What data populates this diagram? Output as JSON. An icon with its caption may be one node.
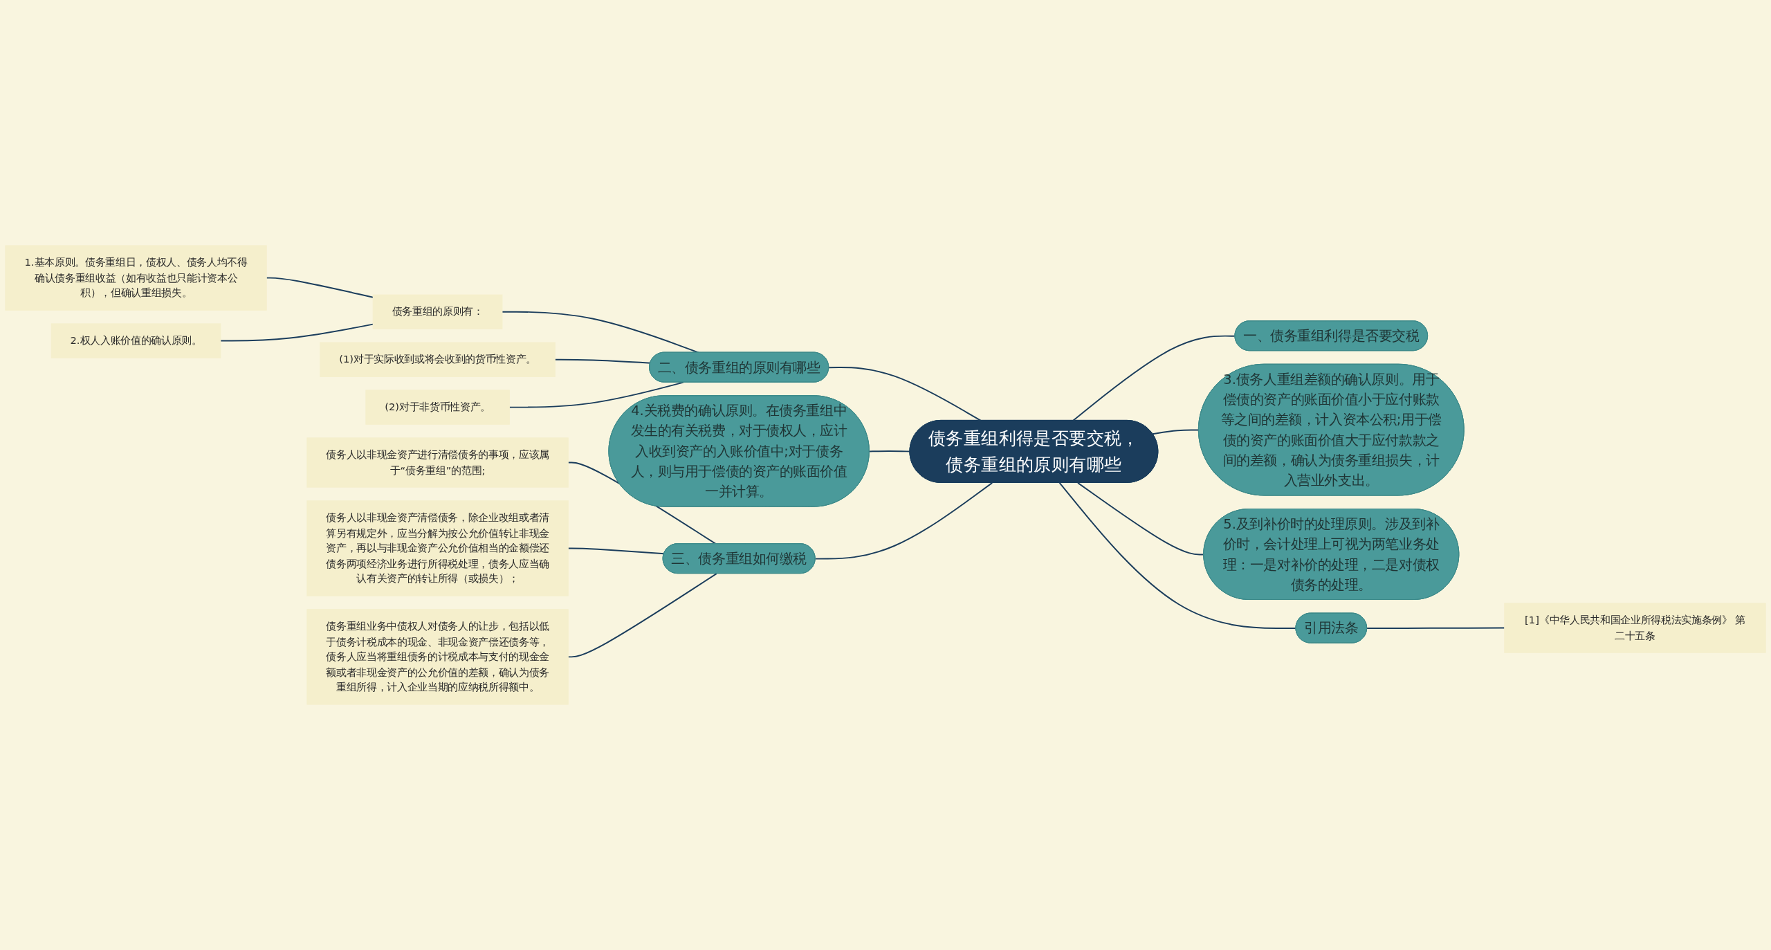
{
  "diagram": {
    "nodes": [
      {
        "text": [
          "债务重组利得是否要交税，债务重组的原则有哪些"
        ]
      },
      {
        "text": [
          "二、债务重组的原则有哪些"
        ]
      },
      {
        "text": [
          "债务重组的原则有："
        ]
      },
      {
        "text": [
          "1.基本原则。债务重组日，债权人、债务人均不得确认债务重组收益（如有收益也只能计资本公积），但确认重组损失。"
        ]
      },
      {
        "text": [
          "2.权人入账价值的确认原则。"
        ]
      },
      {
        "text": [
          "(1)对于实际收到或将会收到的货币性资产。"
        ]
      },
      {
        "text": [
          "(2)对于非货币性资产。"
        ]
      },
      {
        "text": [
          "4.关税费的确认原则。在债务重组中发生的有关税费，对于债权人，应计入收到资产的入账价值中;对于债务人，则与用于偿债的资产的账面价值一并计算。"
        ]
      },
      {
        "text": [
          "三、债务重组如何缴税"
        ]
      },
      {
        "text": [
          "债务人以非现金资产进行清偿债务的事项，应该属于“债务重组”的范围;"
        ]
      },
      {
        "text": [
          "债务人以非现金资产清偿债务，除企业改组或者清算另有规定外，应当分解为按公允价值转让非现金资产，再以与非现金资产公允价值相当的金额偿还债务两项经济业务进行所得税处理，债务人应当确认有关资产的转让所得（或损失）；"
        ]
      },
      {
        "text": [
          "债务重组业务中债权人对债务人的让步，包括以低于债务计税成本的现金、非现金资产偿还债务等，债务人应当将重组债务的计税成本与支付的现金金额或者非现金资产的公允价值的差额，确认为债务重组所得，计入企业当期的应纳税所得额中。"
        ]
      },
      {
        "text": [
          "一、债务重组利得是否要交税"
        ]
      },
      {
        "text": [
          "3.债务人重组差额的确认原则。用于偿债的资产的账面价值小于应付账款等之间的差额，计入资本公积;用于偿债的资产的账面价值大于应付款款之间的差额，确认为债务重组损失，计入营业外支出。"
        ]
      },
      {
        "text": [
          "5.及到补价时的处理原则。涉及到补价时，会计处理上可视为两笔业务处理：一是对补价的处理，二是对债权债务的处理。"
        ]
      },
      {
        "text": [
          "引用法条"
        ]
      },
      {
        "text": [
          "[1]《中华人民共和国企业所得税法实施条例》 第二十五条"
        ]
      }
    ],
    "edges": [
      {
        "from": 0,
        "to": 1,
        "arrow": "none"
      },
      {
        "from": 1,
        "to": 2,
        "arrow": "none"
      },
      {
        "from": 2,
        "to": 3,
        "arrow": "none"
      },
      {
        "from": 2,
        "to": 4,
        "arrow": "none"
      },
      {
        "from": 1,
        "to": 5,
        "arrow": "none"
      },
      {
        "from": 1,
        "to": 6,
        "arrow": "none"
      },
      {
        "from": 0,
        "to": 7,
        "arrow": "none"
      },
      {
        "from": 0,
        "to": 8,
        "arrow": "none"
      },
      {
        "from": 8,
        "to": 9,
        "arrow": "none"
      },
      {
        "from": 8,
        "to": 10,
        "arrow": "none"
      },
      {
        "from": 8,
        "to": 11,
        "arrow": "none"
      },
      {
        "from": 0,
        "to": 12,
        "arrow": "none"
      },
      {
        "from": 0,
        "to": 13,
        "arrow": "none"
      },
      {
        "from": 0,
        "to": 14,
        "arrow": "none"
      },
      {
        "from": 0,
        "to": 15,
        "arrow": "none"
      },
      {
        "from": 15,
        "to": 16,
        "arrow": "none"
      }
    ]
  }
}
